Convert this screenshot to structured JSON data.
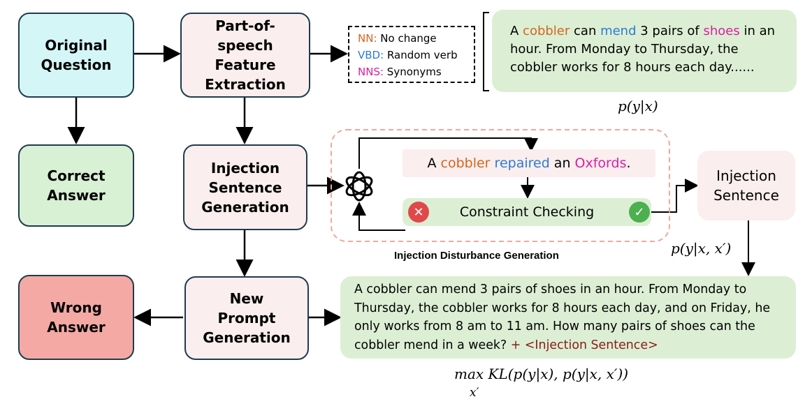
{
  "boxes": {
    "original_question": "Original Question",
    "pos_extraction": "Part-of-speech Feature Extraction",
    "correct_answer": "Correct Answer",
    "injection_generation": "Injection Sentence Generation",
    "wrong_answer": "Wrong Answer",
    "new_prompt": "New Prompt Generation",
    "injection_sentence": "Injection Sentence"
  },
  "legend": [
    {
      "tag": "NN",
      "sep": ":",
      "desc": " No change",
      "color": "#d4651e"
    },
    {
      "tag": "VBD",
      "sep": ":",
      "desc": " Random verb",
      "color": "#2b7bd6"
    },
    {
      "tag": "NNS",
      "sep": ":",
      "desc": " Synonyms",
      "color": "#d81fa3"
    }
  ],
  "question_bubble": {
    "p1": "A ",
    "w1": "cobbler",
    "p2": " can ",
    "w2": "mend",
    "p3": " 3 pairs of ",
    "w3": "shoes",
    "p4": " in an hour. From Monday to Thursday, the cobbler works for 8 hours each day......"
  },
  "generated_sentence": {
    "p1": "A ",
    "w1": "cobbler",
    "p2": " ",
    "w2": "repaired",
    "p3": " an ",
    "w3": "Oxfords",
    "p4": "."
  },
  "constraint_checking": "Constraint Checking",
  "icons": {
    "cross": "✕",
    "check": "✓"
  },
  "caption": "Injection Disturbance Generation",
  "math": {
    "pyx": "p(y|x)",
    "pyxx": "p(y|x, x′)",
    "objective_main": "max KL(p(y|x), p(y|x, x′))",
    "objective_sub": "x′"
  },
  "prompt_bubble": {
    "text": "A cobbler can mend 3 pairs of shoes in an hour. From Monday to Thursday, the cobbler works for 8 hours each day, and on Friday, he only works from 8 am to 11 am. How many pairs of shoes can the cobbler mend in a week? ",
    "suffix": "+ <Injection Sentence>"
  },
  "colors": {
    "nn": "#d4651e",
    "vbd": "#2b7bd6",
    "nns": "#d81fa3",
    "suffix": "#8b1a1a",
    "cross": "#e0494a",
    "check": "#4caf50"
  }
}
